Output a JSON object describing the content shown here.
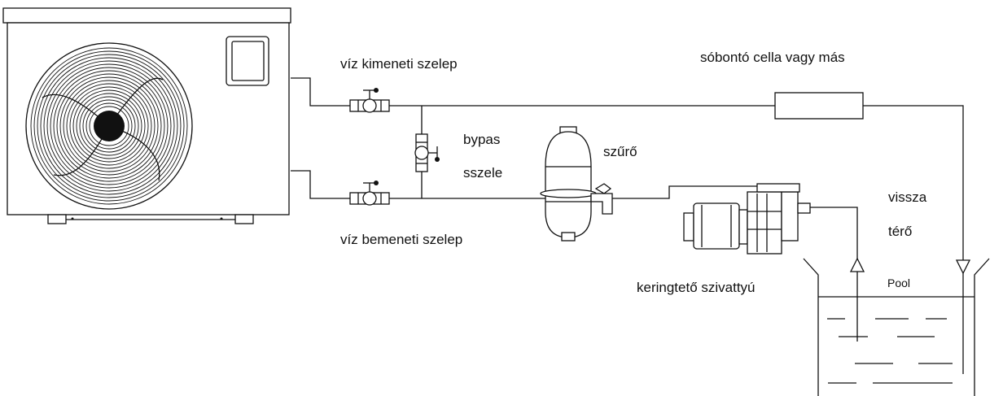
{
  "labels": {
    "outlet_valve": "víz kimeneti szelep",
    "inlet_valve": "víz bemeneti szelep",
    "bypass_line1": "bypas",
    "bypass_line2": "sszele",
    "filter": "szűrő",
    "salt_cell": "sóbontó cella vagy más",
    "return_line1": "vissza",
    "return_line2": "térő",
    "pump": "keringtető szivattyú",
    "pool": "Pool"
  },
  "icons": [
    "heat-pump-unit",
    "fan-grille",
    "valve",
    "filter-tank",
    "pump",
    "salt-cell",
    "pool-basin",
    "flow-arrow"
  ],
  "colors": {
    "stroke": "#111111",
    "background": "#ffffff"
  }
}
